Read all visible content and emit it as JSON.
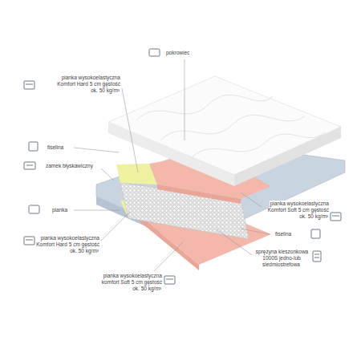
{
  "diagram": {
    "labels": [
      "pokrowiec",
      "pianka wysokoelastyczna Komfort Hard 5 cm gęstość ok. 50 kg/m³",
      "fiselina",
      "zamek błyskawiczny",
      "pianka wysokoelastyczna Komfort Soft 5 cm gęstość ok. 50 kg/m³",
      "pianka",
      "fiselina",
      "pianka wysokoelastyczna Komfort Hard 5 cm gęstość ok. 50 kg/m³",
      "sprężyna kieszonkowa 1000S jedno-lub siedmiostrefowa",
      "pianka wysokoelastyczna komfort Soft 5 cm gęstość ok. 50 kg/m³"
    ]
  }
}
